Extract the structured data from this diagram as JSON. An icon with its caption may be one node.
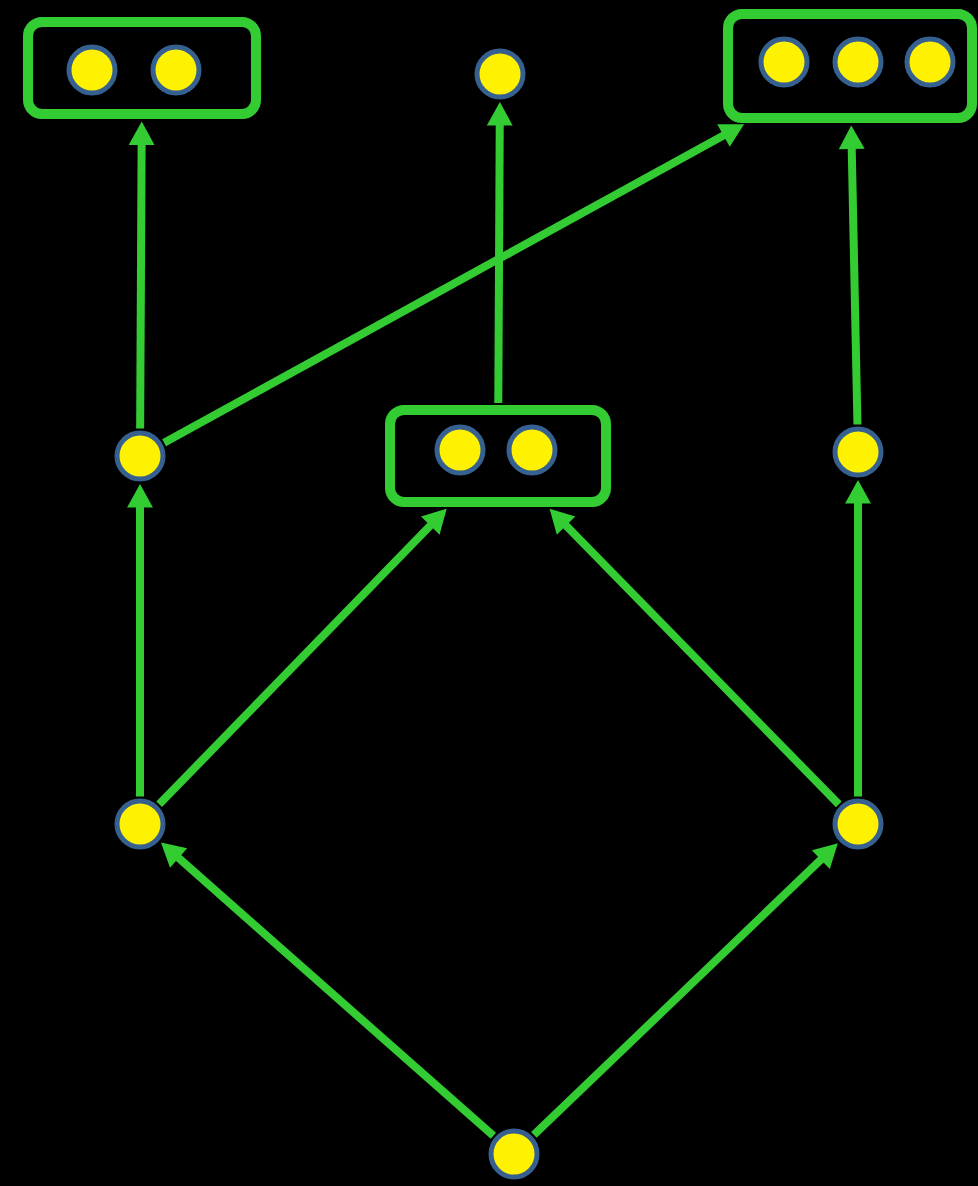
{
  "diagram": {
    "nodes": [
      {
        "text": [],
        "shape": "box"
      },
      {
        "text": [],
        "shape": "circle",
        "in": 0
      },
      {
        "text": [],
        "shape": "circle",
        "in": 0
      },
      {
        "text": [],
        "shape": "circle"
      },
      {
        "text": [],
        "shape": "box"
      },
      {
        "text": [],
        "shape": "circle",
        "in": 4
      },
      {
        "text": [],
        "shape": "circle",
        "in": 4
      },
      {
        "text": [],
        "shape": "circle",
        "in": 4
      },
      {
        "text": [],
        "shape": "circle"
      },
      {
        "text": [],
        "shape": "box"
      },
      {
        "text": [],
        "shape": "circle",
        "in": 9
      },
      {
        "text": [],
        "shape": "circle",
        "in": 9
      },
      {
        "text": [],
        "shape": "circle"
      },
      {
        "text": [],
        "shape": "circle"
      },
      {
        "text": [],
        "shape": "circle"
      },
      {
        "text": [],
        "shape": "circle"
      }
    ],
    "edges": [
      {
        "from": 15,
        "to": 13,
        "arrow": "to"
      },
      {
        "from": 15,
        "to": 14,
        "arrow": "to"
      },
      {
        "from": 13,
        "to": 9,
        "arrow": "to"
      },
      {
        "from": 14,
        "to": 9,
        "arrow": "to"
      },
      {
        "from": 13,
        "to": 8,
        "arrow": "to"
      },
      {
        "from": 14,
        "to": 12,
        "arrow": "to"
      },
      {
        "from": 8,
        "to": 0,
        "arrow": "to"
      },
      {
        "from": 8,
        "to": 4,
        "arrow": "to"
      },
      {
        "from": 9,
        "to": 3,
        "arrow": "to"
      },
      {
        "from": 12,
        "to": 4,
        "arrow": "to"
      }
    ]
  }
}
